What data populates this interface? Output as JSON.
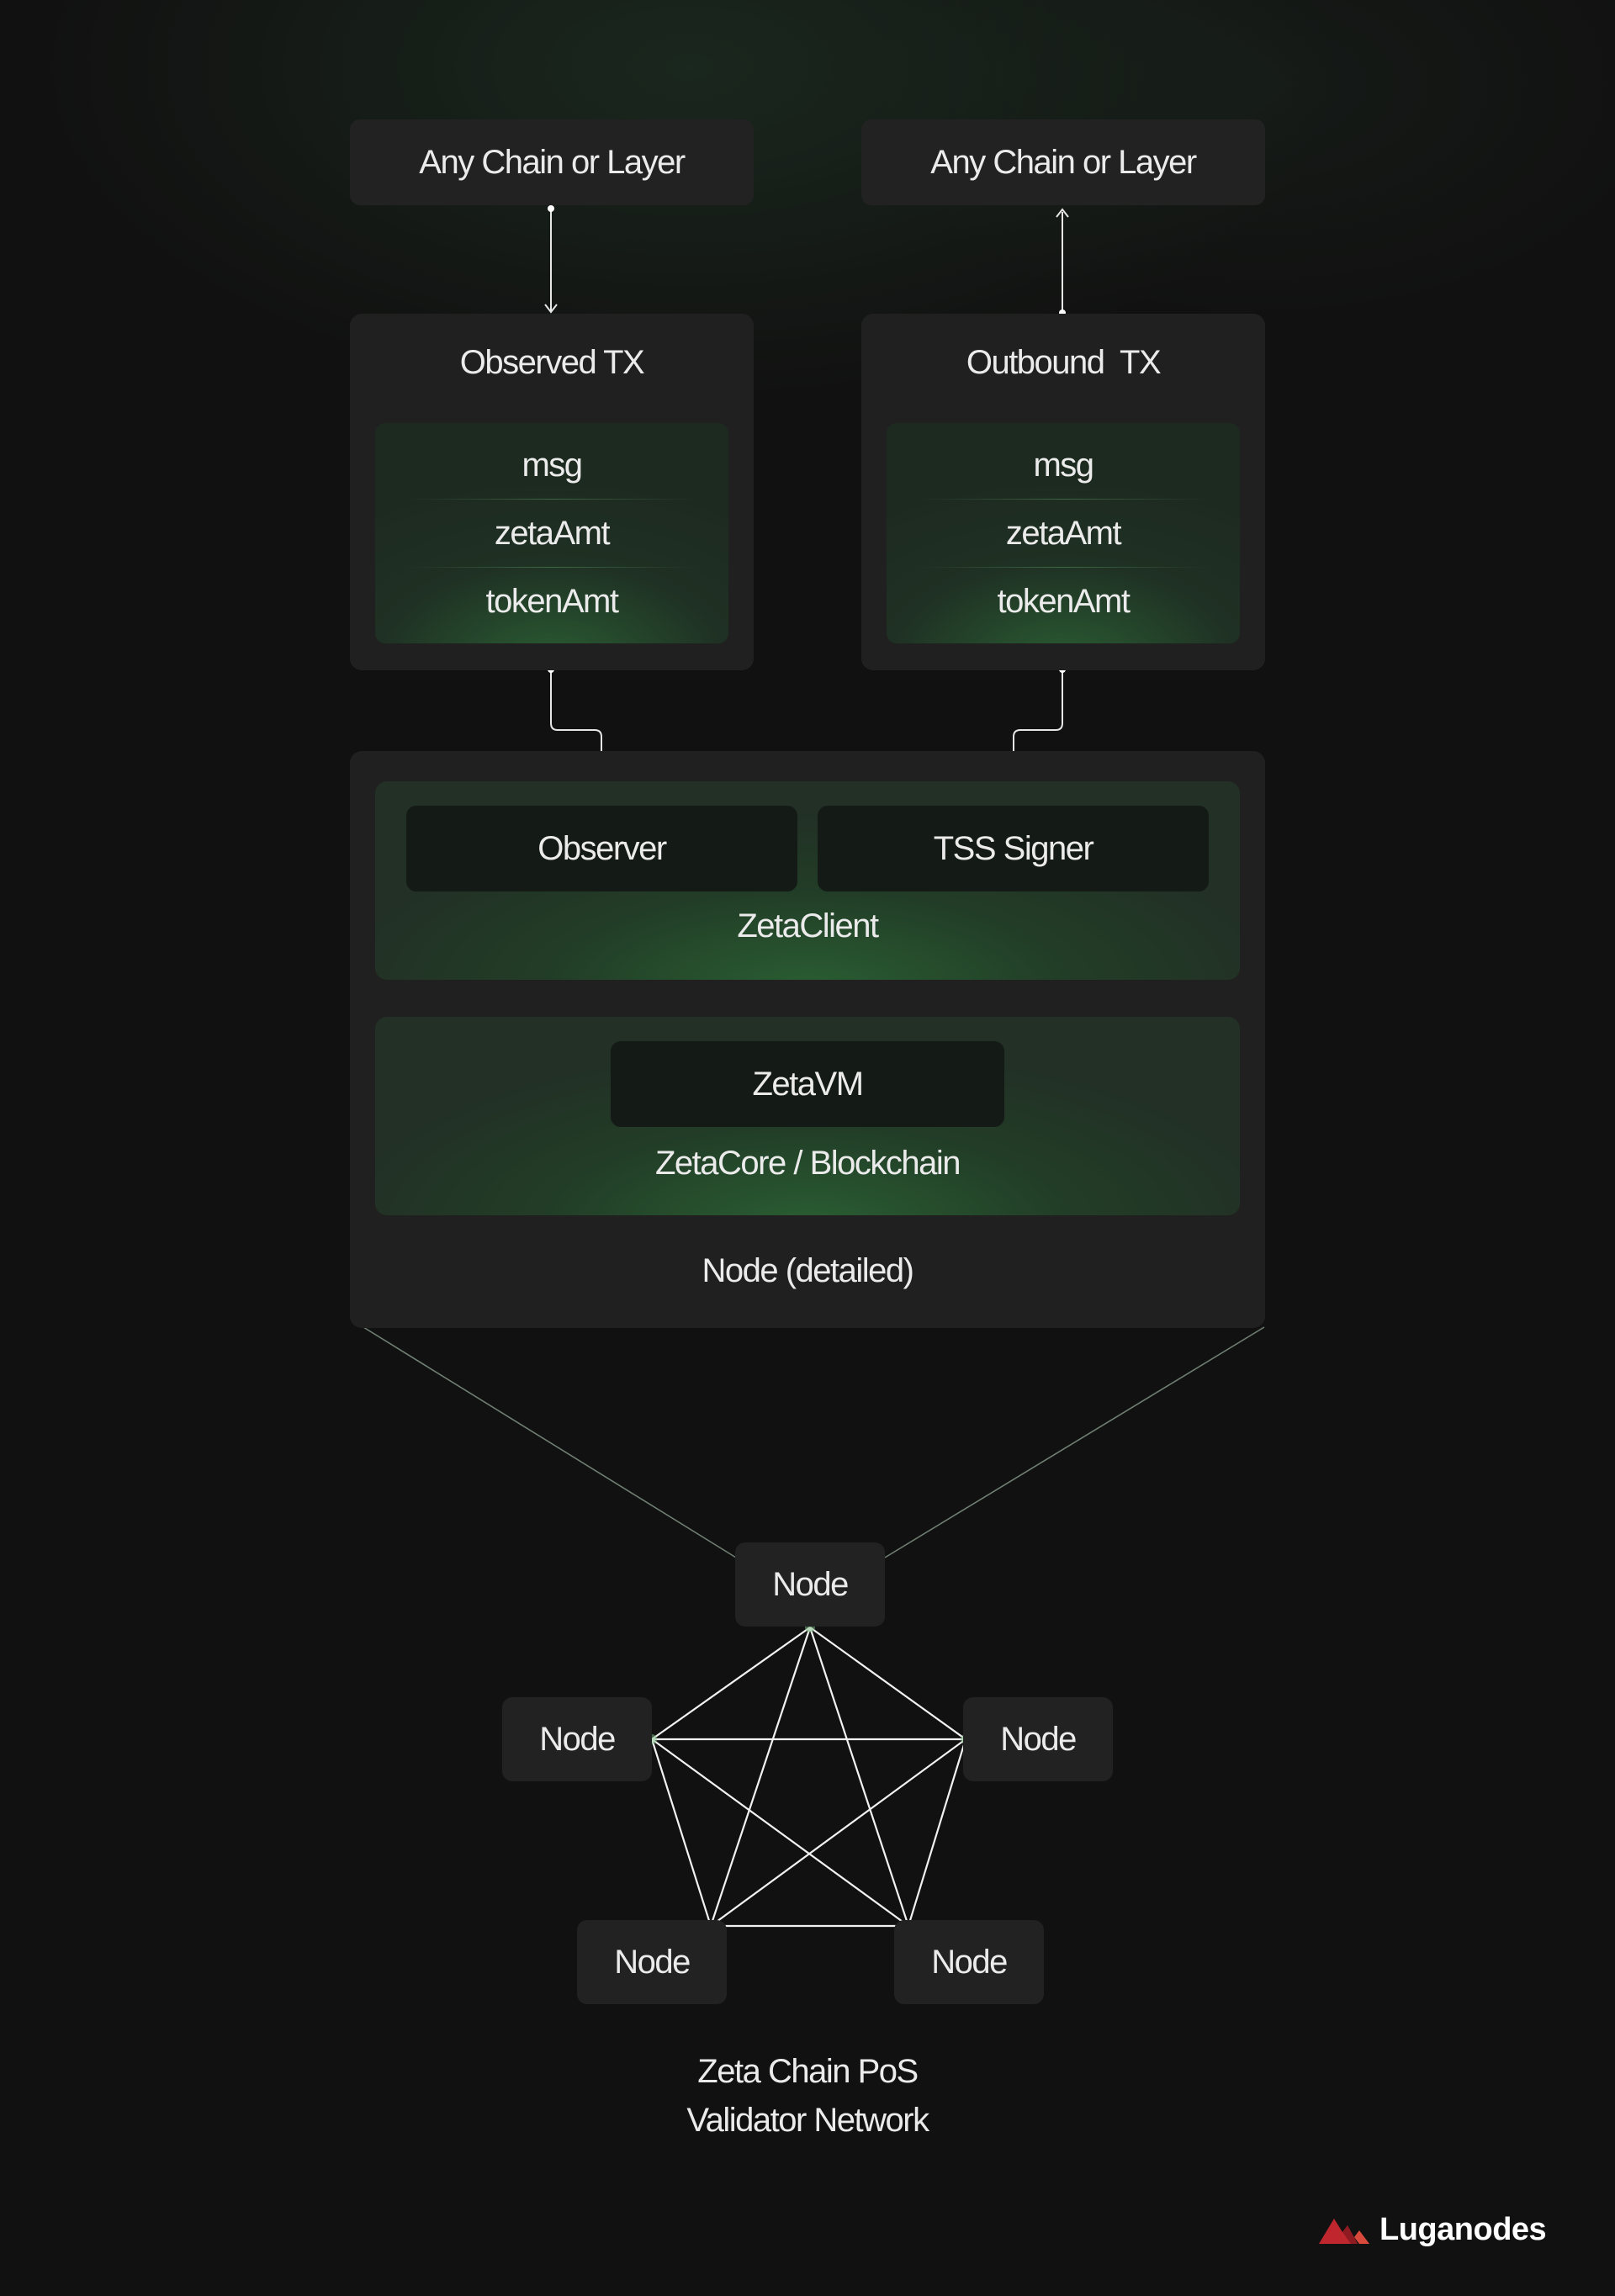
{
  "top": {
    "left_chain_label": "Any Chain or Layer",
    "right_chain_label": "Any Chain or Layer"
  },
  "observed_tx": {
    "title": "Observed TX",
    "fields": [
      "msg",
      "zetaAmt",
      "tokenAmt"
    ]
  },
  "outbound_tx": {
    "title": "Outbound  TX",
    "fields": [
      "msg",
      "zetaAmt",
      "tokenAmt"
    ]
  },
  "node_detailed": {
    "zetaclient": {
      "observer_label": "Observer",
      "tss_signer_label": "TSS Signer",
      "label": "ZetaClient"
    },
    "zetacore": {
      "zetavm_label": "ZetaVM",
      "label": "ZetaCore / Blockchain"
    },
    "label": "Node (detailed)"
  },
  "network": {
    "nodes": [
      "Node",
      "Node",
      "Node",
      "Node",
      "Node"
    ],
    "caption_line1": "Zeta Chain PoS",
    "caption_line2": "Validator Network"
  },
  "brand": {
    "name": "Luganodes",
    "accent_color": "#c0262d"
  }
}
